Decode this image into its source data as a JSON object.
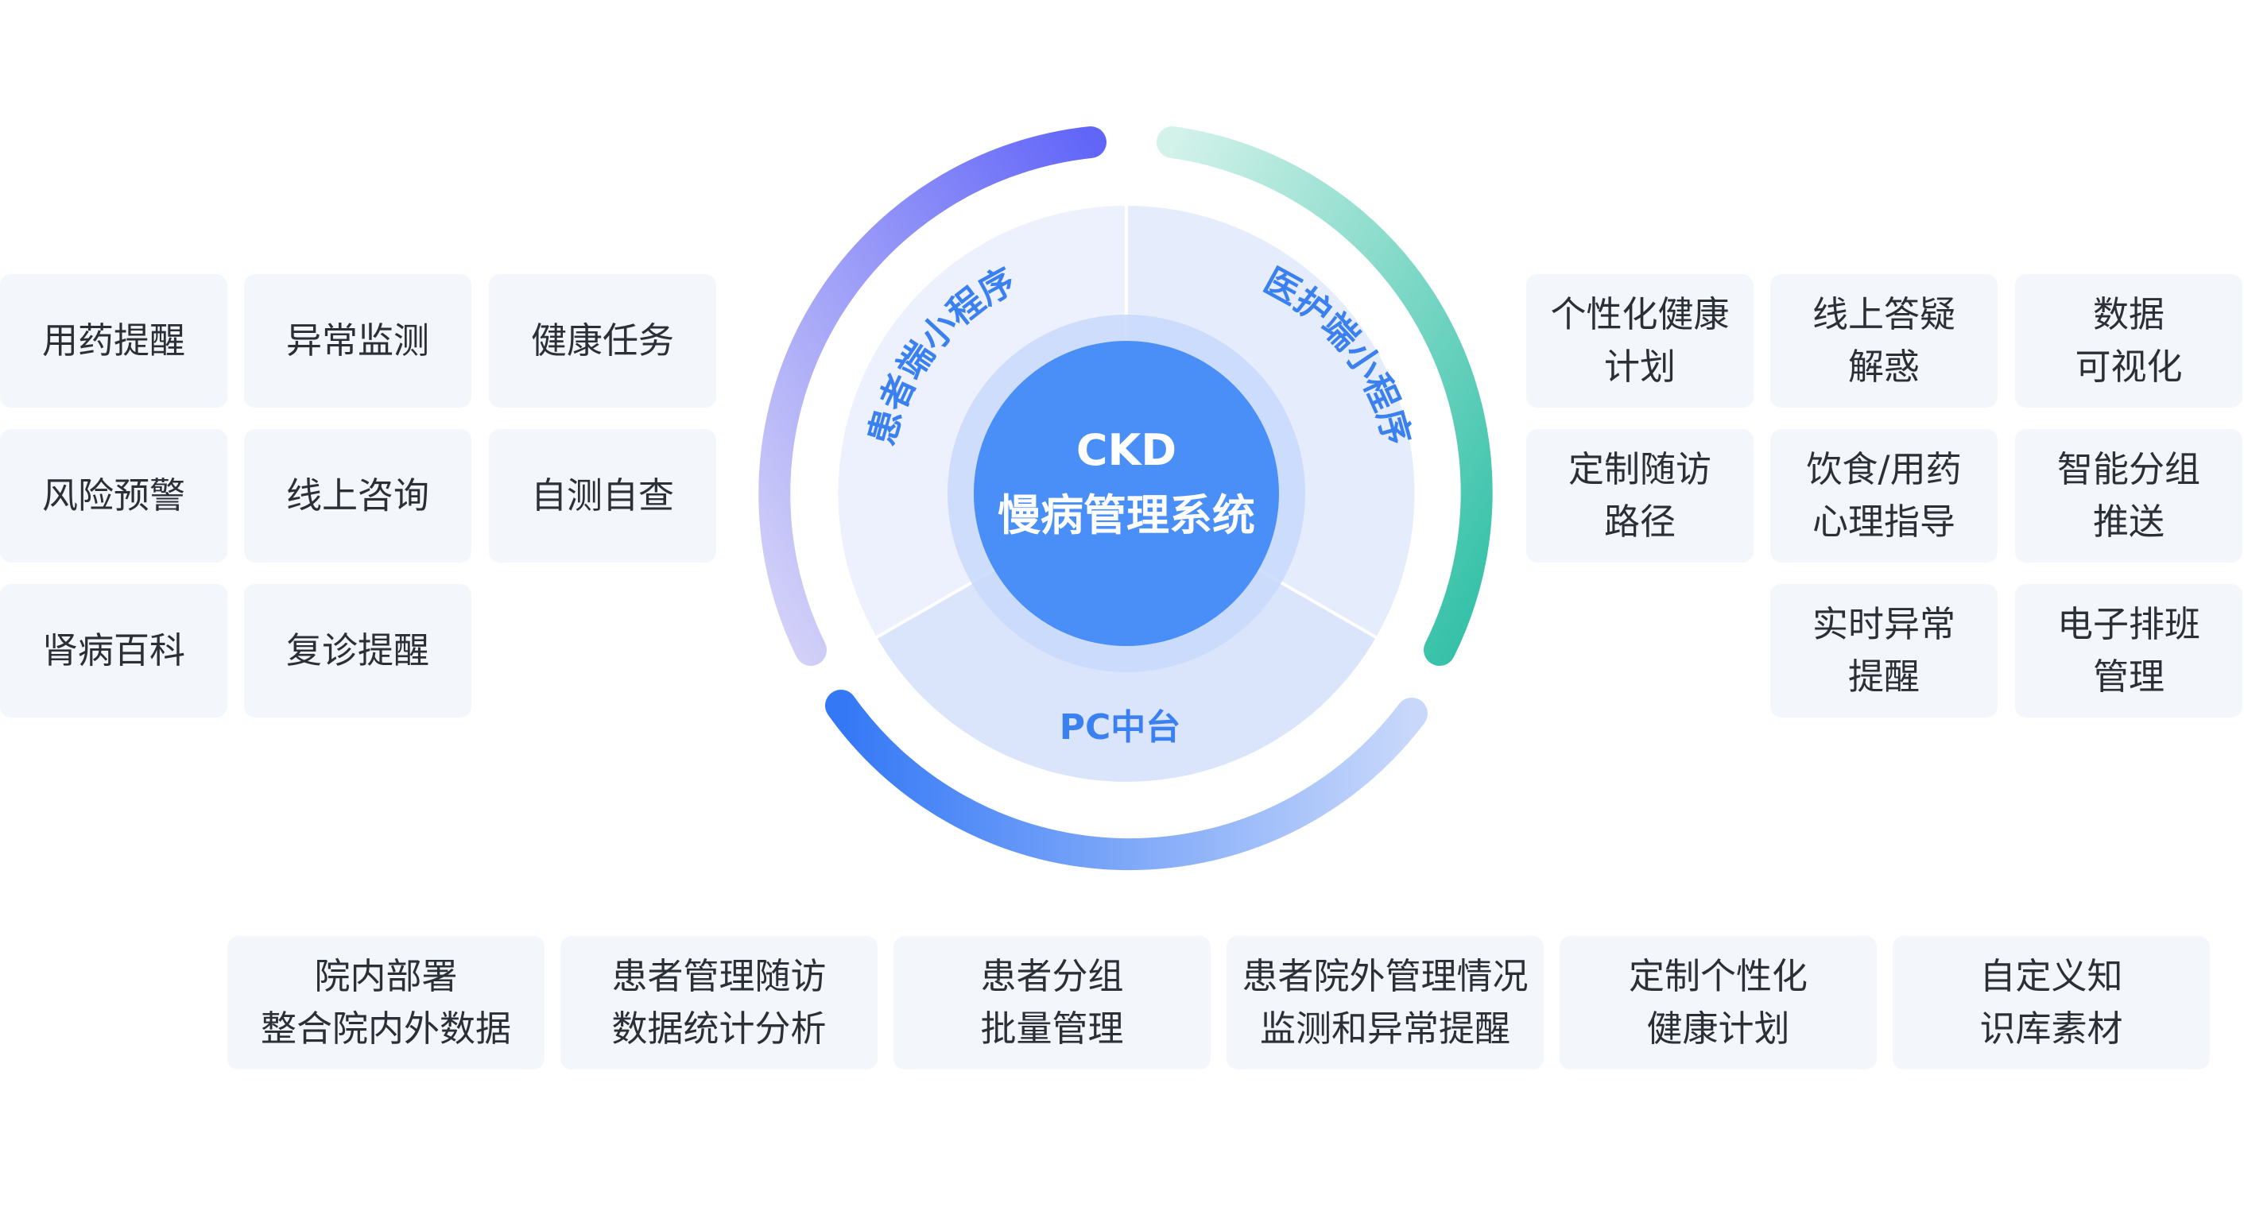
{
  "core": {
    "line1": "CKD",
    "line2": "慢病管理系统"
  },
  "segments": {
    "patient": "患者端小程序",
    "medical": "医护端小程序",
    "pc": "PC中台"
  },
  "left_features": [
    [
      "用药提醒"
    ],
    [
      "异常监测"
    ],
    [
      "健康任务"
    ],
    [
      "风险预警"
    ],
    [
      "线上咨询"
    ],
    [
      "自测自查"
    ],
    [
      "肾病百科"
    ],
    [
      "复诊提醒"
    ]
  ],
  "right_features": [
    [
      "个性化健康",
      "计划"
    ],
    [
      "线上答疑",
      "解惑"
    ],
    [
      "数据",
      "可视化"
    ],
    [
      "定制随访",
      "路径"
    ],
    [
      "饮食/用药",
      "心理指导"
    ],
    [
      "智能分组",
      "推送"
    ],
    [
      "实时异常",
      "提醒"
    ],
    [
      "电子排班",
      "管理"
    ]
  ],
  "bottom_features": [
    [
      "院内部署",
      "整合院内外数据"
    ],
    [
      "患者管理随访",
      "数据统计分析"
    ],
    [
      "患者分组",
      "批量管理"
    ],
    [
      "患者院外管理情况",
      "监测和异常提醒"
    ],
    [
      "定制个性化",
      "健康计划"
    ],
    [
      "自定义知",
      "识库素材"
    ]
  ],
  "colors": {
    "tile_bg": "#f3f6fa",
    "tile_text": "#2b2f36",
    "core": "#4a8ff8",
    "label": "#3b80f0",
    "arc_patient": [
      "#6266f8",
      "#d6d4f8"
    ],
    "arc_medical": [
      "#d3f2ea",
      "#30c0a6"
    ],
    "arc_pc": [
      "#3478f6",
      "#c8d8fb"
    ]
  }
}
